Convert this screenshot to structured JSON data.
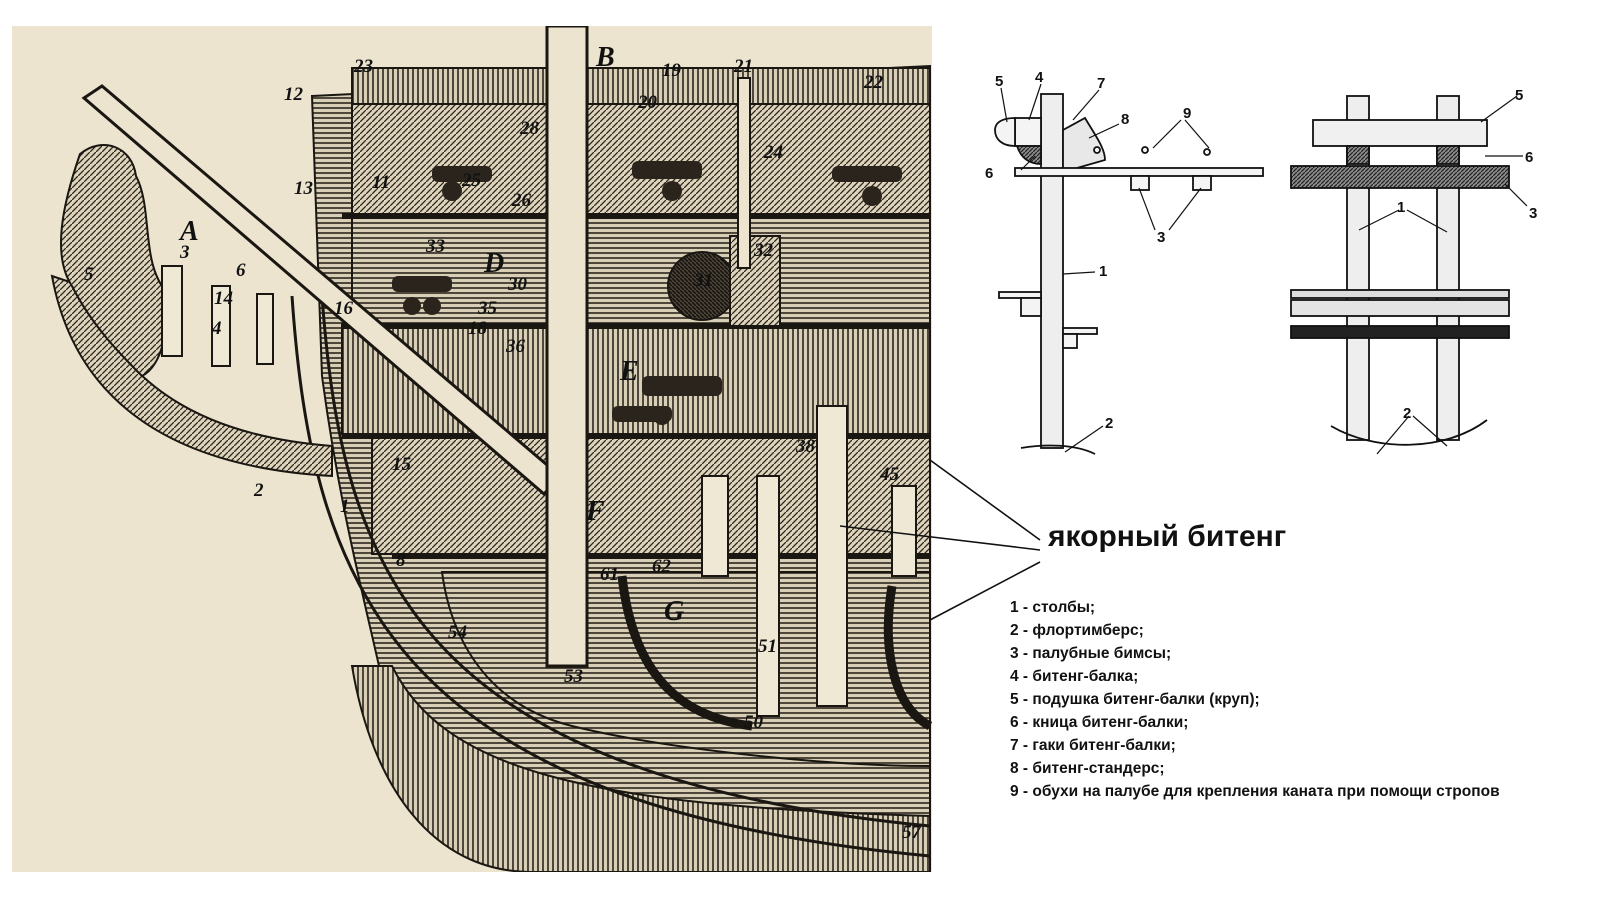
{
  "engraving": {
    "section_letters": [
      "A",
      "B",
      "D",
      "E",
      "F",
      "G"
    ],
    "labels": [
      "1",
      "2",
      "3",
      "4",
      "5",
      "6",
      "8",
      "11",
      "12",
      "13",
      "14",
      "15",
      "16",
      "18",
      "19",
      "20",
      "21",
      "22",
      "23",
      "24",
      "25",
      "26",
      "28",
      "30",
      "31",
      "32",
      "33",
      "35",
      "36",
      "38",
      "45",
      "50",
      "51",
      "53",
      "54",
      "57",
      "61",
      "62"
    ]
  },
  "detail": {
    "side_labels": [
      "1",
      "2",
      "3",
      "4",
      "5",
      "6",
      "7",
      "8",
      "9"
    ],
    "front_labels": [
      "1",
      "2",
      "3",
      "5",
      "6"
    ]
  },
  "caption": "якорный битенг",
  "legend": [
    "1 - столбы;",
    "2 - флортимберс;",
    "3 - палубные бимсы;",
    "4 - битенг-балка;",
    "5 - подушка битенг-балки (круп);",
    "6 - кница битенг-балки;",
    "7 - гаки битенг-балки;",
    "8 - битенг-стандерс;",
    "9 - обухи на палубе для крепления каната при помощи стропов"
  ],
  "colors": {
    "paper": "#ece4cf",
    "ink": "#1a1712",
    "hatch": "#3b342a"
  }
}
